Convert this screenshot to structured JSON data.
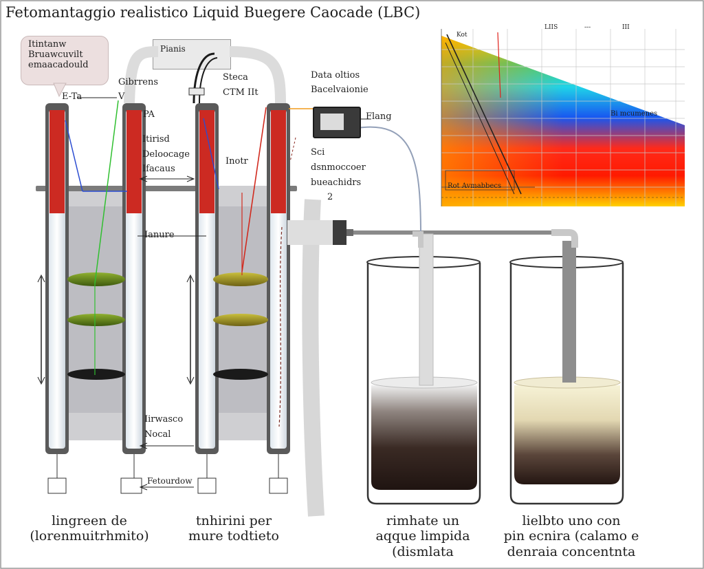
{
  "title": "Fetomantaggio realistico Liquid Buegere Caocade (LBC)",
  "bubble": {
    "lines": [
      "Itintanw",
      "Bruawcuvilt",
      "emaacadould"
    ]
  },
  "top_box": {
    "label": "Pianis"
  },
  "labels": {
    "eta": "E-Ta",
    "v": "V",
    "gibrrens": "Gibrrens",
    "pa": "PA",
    "hirisd": "Itirisd",
    "deloocage": "Deloocage",
    "ifacaus": "Ifacaus",
    "steca": "Steca",
    "ctm": "CTM IIt",
    "inotr": "Inotr",
    "data1": "Data oltios",
    "data2": "Bacelvaionie",
    "flang": "Flang",
    "sci": "Sci",
    "dsnmoccoer": "dsnmoccoer",
    "bueachidrs": "bueachidrs",
    "two": "2",
    "lanure": "Ianure",
    "linwsco": "Iirwasco",
    "noval": "Nocal",
    "fetourdow": "Fetourdow"
  },
  "heatmap": {
    "top_labels": [
      "Kot",
      "LIIS",
      "---",
      "III"
    ],
    "inner_label_1": "Bi mcumenes",
    "inner_label_2": "Rot Avmabbecs",
    "colors": {
      "red": "#ff1a00",
      "orange": "#ff9a00",
      "yellow": "#ffe600",
      "green": "#38d17a",
      "cyan": "#1fd3e8",
      "blue": "#1856f0"
    }
  },
  "captions": {
    "c1": [
      "lingreen de",
      "(lorenmuitrhmito)"
    ],
    "c2": [
      "tnhirini per",
      "mure todtieto"
    ],
    "c3": [
      "rimhate un",
      "aqque limpida",
      "(dismlata"
    ],
    "c4": [
      "lielbto uno con",
      "pin ecnira (calamo e",
      "denraia concentnta"
    ]
  },
  "colors": {
    "tube_red": "#cc2a22",
    "disk_green": "#6a8c1a",
    "disk_olive": "#a59a23",
    "sediment": "#2b1d18"
  }
}
